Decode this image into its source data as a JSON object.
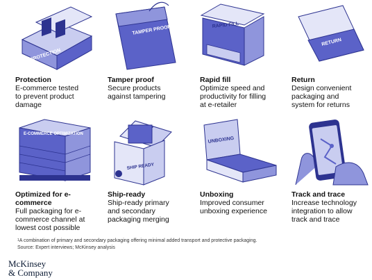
{
  "items": [
    {
      "title": "Protection",
      "desc": "E-commerce tested to prevent product damage",
      "label": "PROTECTION",
      "icon": "protection-box-icon"
    },
    {
      "title": "Tamper proof",
      "desc": "Secure products against tampering",
      "label": "TAMPER PROOF",
      "icon": "tamper-proof-envelope-icon"
    },
    {
      "title": "Rapid fill",
      "desc": "Optimize speed and productivity for filling at e-retailer",
      "label": "RAPID FILL",
      "icon": "rapid-fill-box-icon"
    },
    {
      "title": "Return",
      "desc": "Design convenient packaging and system for returns",
      "label": "RETURN",
      "icon": "return-mailer-icon"
    },
    {
      "title": "Optimized for e-commerce",
      "desc": "Full packaging for e-commerce channel at lowest cost possible",
      "label": "E-COMMERCE OPTIMIZATION",
      "icon": "pallet-stack-icon"
    },
    {
      "title": "Ship-ready",
      "desc": "Ship-ready primary and secondary packaging merging",
      "label": "SHIP READY",
      "icon": "ship-ready-box-icon"
    },
    {
      "title": "Unboxing",
      "desc": "Improved consumer unboxing experience",
      "label": "UNBOXING",
      "icon": "unboxing-box-icon"
    },
    {
      "title": "Track and trace",
      "desc": "Increase technology integration to allow track and trace",
      "label": "",
      "icon": "phone-map-icon"
    }
  ],
  "footnote": {
    "marker": "1",
    "text": "A combination of primary and secondary packaging offering minimal added transport and protective packaging."
  },
  "source": "Source: Expert interviews; McKinsey analysis",
  "logo": {
    "line1": "McKinsey",
    "line2": "& Company"
  },
  "colors": {
    "illustration": "#5b62c8",
    "illustration_light": "#c9cdf0",
    "illustration_dark": "#2d3390"
  }
}
